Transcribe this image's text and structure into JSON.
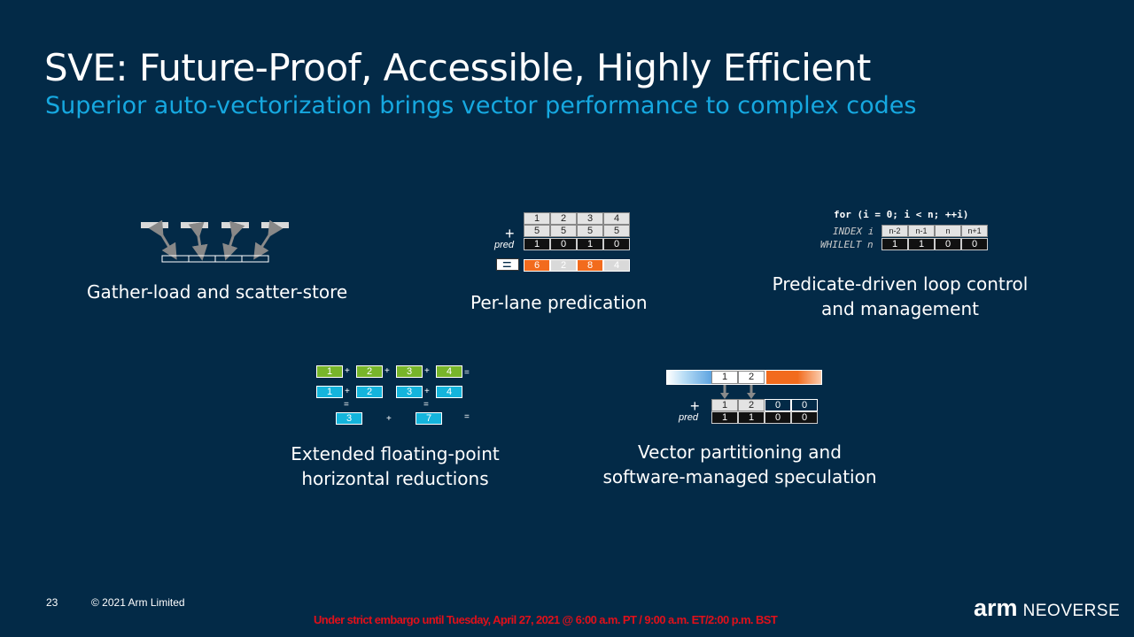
{
  "slide": {
    "title": "SVE: Future-Proof, Accessible, Highly Efficient",
    "subtitle": "Superior auto-vectorization brings vector performance to complex codes"
  },
  "features": {
    "gather": {
      "caption": "Gather-load and scatter-store"
    },
    "predication": {
      "caption": "Per-lane predication",
      "row1": [
        "1",
        "2",
        "3",
        "4"
      ],
      "row2": [
        "5",
        "5",
        "5",
        "5"
      ],
      "pred": [
        "1",
        "0",
        "1",
        "0"
      ],
      "result": [
        "6",
        "2",
        "8",
        "4"
      ],
      "plus": "+",
      "pred_label": "pred",
      "equals": "="
    },
    "loop": {
      "caption_line1": "Predicate-driven loop control",
      "caption_line2": "and management",
      "code": "for (i = 0; i < n; ++i)",
      "index_label": "INDEX i",
      "whilelt_label": "WHILELT n",
      "index": [
        "n-2",
        "n-1",
        "n",
        "n+1"
      ],
      "whilelt": [
        "1",
        "1",
        "0",
        "0"
      ]
    },
    "reduction": {
      "caption_line1": "Extended floating-point",
      "caption_line2": "horizontal reductions",
      "row1": [
        "1",
        "2",
        "3",
        "4"
      ],
      "row2": [
        "1",
        "2",
        "3",
        "4"
      ],
      "row3": [
        "3",
        "7"
      ],
      "plus": "+",
      "equals": "="
    },
    "partition": {
      "caption_line1": "Vector partitioning and",
      "caption_line2": "software-managed speculation",
      "top": [
        "1",
        "2"
      ],
      "row": [
        "1",
        "2",
        "0",
        "0"
      ],
      "pred": [
        "1",
        "1",
        "0",
        "0"
      ],
      "plus": "+",
      "pred_label": "pred"
    }
  },
  "footer": {
    "page": "23",
    "copyright": "© 2021 Arm Limited",
    "embargo": "Under strict embargo until Tuesday, April 27, 2021 @ 6:00 a.m. PT / 9:00 a.m. ET/2:00 p.m. BST",
    "logo_arm": "arm",
    "logo_neoverse": "NEOVERSE"
  },
  "colors": {
    "background": "#032a47",
    "subtitle": "#16a8e0",
    "highlight": "#f26b1d",
    "green": "#78b52a",
    "cyan": "#14b4dc",
    "embargo": "#e0101a"
  }
}
